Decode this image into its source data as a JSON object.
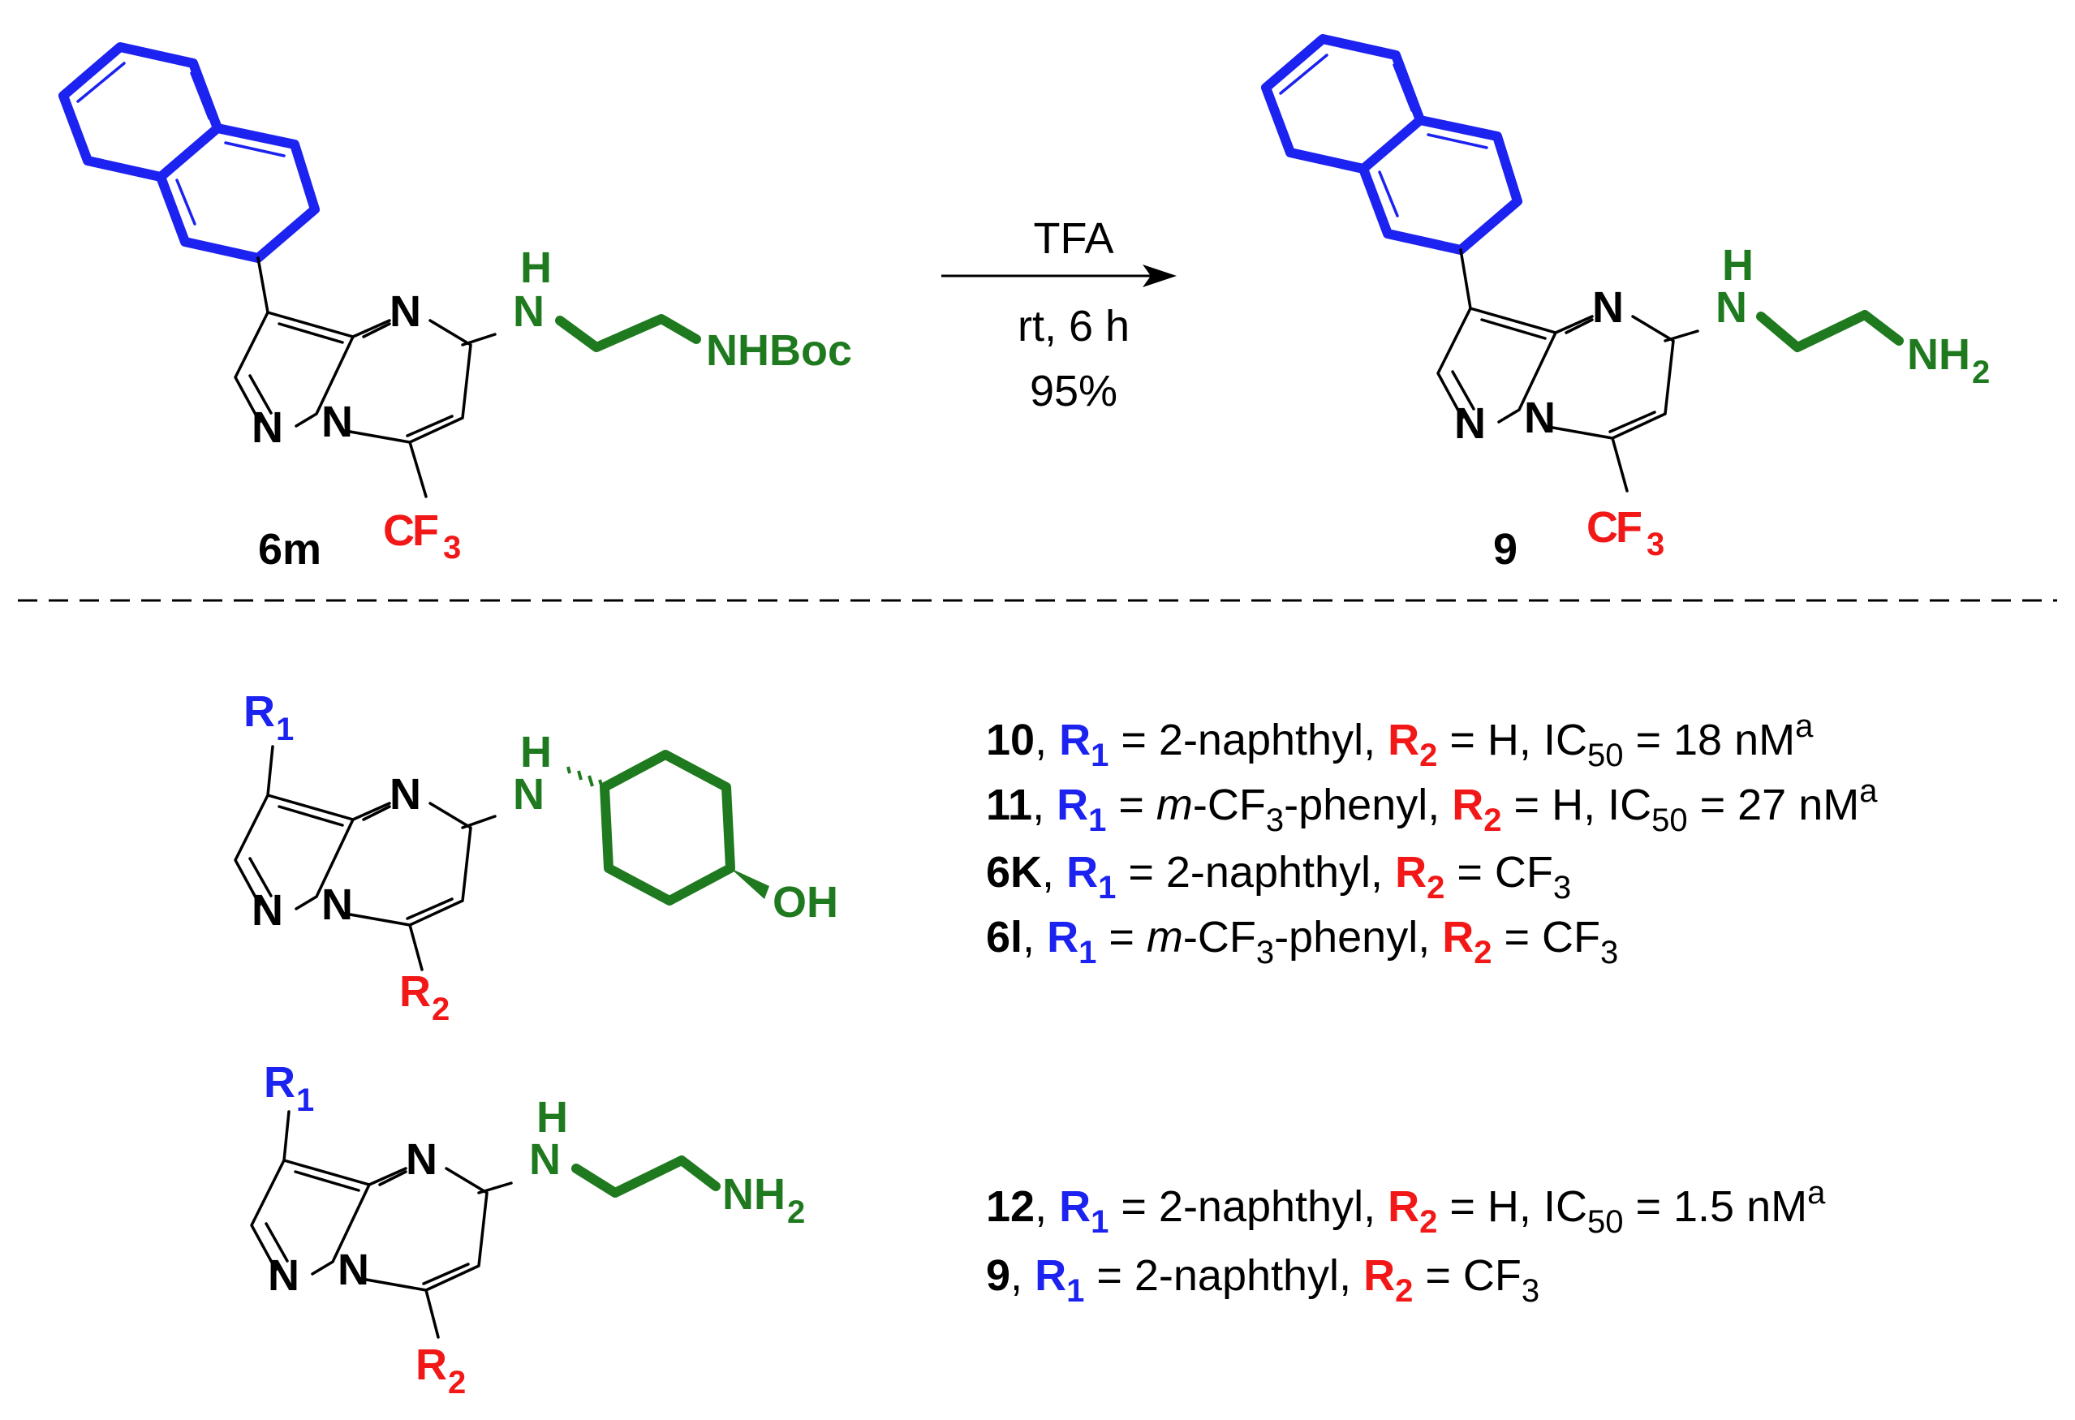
{
  "colors": {
    "r1": "#1c22f0",
    "r2": "#f21818",
    "amine": "#1f7a1f",
    "ink": "#000000"
  },
  "atoms": {
    "N": "N",
    "H": "H",
    "C": "C",
    "O": "O",
    "F": "F",
    "R": "R",
    "one": "1",
    "two": "2",
    "three": "3"
  },
  "top": {
    "sm_amine": "NHBoc",
    "sm_label": "6m",
    "conditions": [
      "TFA",
      "rt, 6 h",
      "95%"
    ],
    "prod_amine": "NH",
    "prod_amine_sub": "2",
    "prod_label": "9"
  },
  "bottom": {
    "oh": "OH",
    "nh": "NH",
    "nh_sub": "2"
  },
  "entries_group1": [
    {
      "id": "10",
      "r1": "2-naphthyl",
      "r1_italic": "",
      "r1_rest": "",
      "r2": "H",
      "ic50": "18 nM",
      "note": "a"
    },
    {
      "id": "11",
      "r1": "",
      "r1_italic": "m",
      "r1_rest": "-CF3-phenyl",
      "r2": "H",
      "ic50": "27 nM",
      "note": "a"
    },
    {
      "id": "6K",
      "r1": "2-naphthyl",
      "r1_italic": "",
      "r1_rest": "",
      "r2": "CF3",
      "ic50": "",
      "note": ""
    },
    {
      "id": "6l",
      "r1": "",
      "r1_italic": "m",
      "r1_rest": "-CF3-phenyl",
      "r2": "CF3",
      "ic50": "",
      "note": ""
    }
  ],
  "entries_group2": [
    {
      "id": "12",
      "r1": "2-naphthyl",
      "r2": "H",
      "ic50": "1.5 nM",
      "note": "a"
    },
    {
      "id": "9",
      "r1": "2-naphthyl",
      "r2": "CF3",
      "ic50": "",
      "note": ""
    }
  ],
  "strings": {
    "comma": ",",
    "eq": " = ",
    "ic": "IC",
    "ic_sub": "50",
    "cf": "CF",
    "cf_sub": "3"
  }
}
